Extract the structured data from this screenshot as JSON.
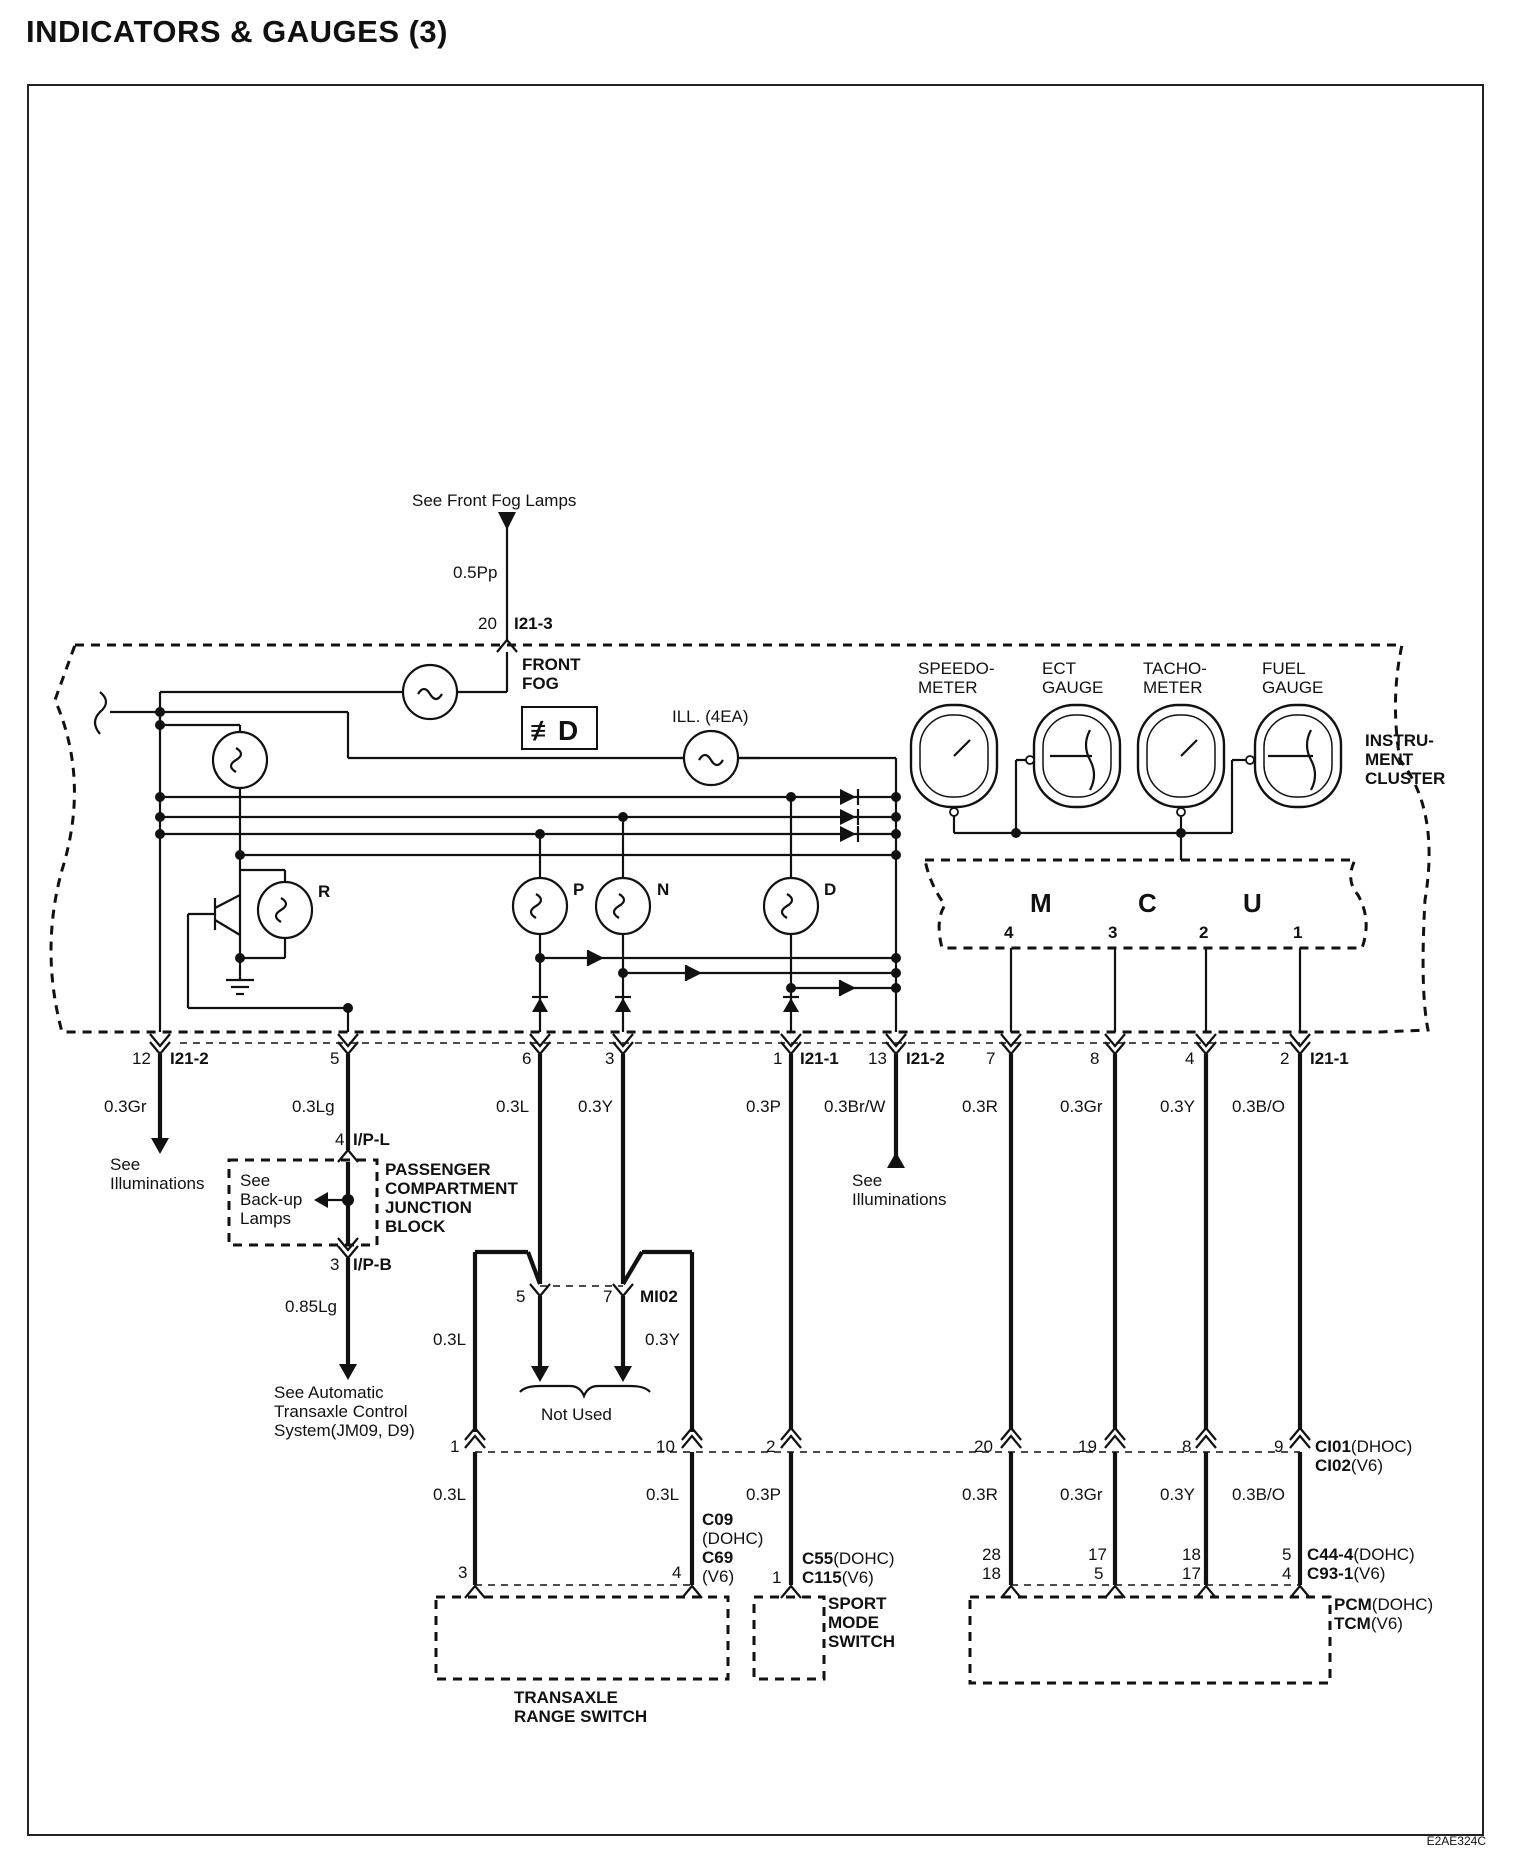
{
  "title": "INDICATORS & GAUGES (3)",
  "diagram_code": "E2AE324C",
  "front_fog": {
    "see": "See Front Fog Lamps",
    "wire": "0.5Pp",
    "pin": "20",
    "connector": "I21-3",
    "label_line1": "FRONT",
    "label_line2": "FOG"
  },
  "ill": {
    "label": "ILL. (4EA)"
  },
  "instrument_cluster": {
    "label_lines": [
      "INSTRU-",
      "MENT",
      "CLUSTER"
    ],
    "gauges": [
      {
        "line1": "SPEEDO-",
        "line2": "METER"
      },
      {
        "line1": "ECT",
        "line2": "GAUGE"
      },
      {
        "line1": "TACHO-",
        "line2": "METER"
      },
      {
        "line1": "FUEL",
        "line2": "GAUGE"
      }
    ],
    "mcu_letters": [
      "M",
      "C",
      "U"
    ],
    "mcu_pins": [
      "4",
      "3",
      "2",
      "1"
    ]
  },
  "indicator_lamps": {
    "r": "R",
    "p": "P",
    "n": "N",
    "d": "D"
  },
  "cluster_connectors": [
    {
      "pin": "12",
      "connector": "I21-2",
      "wire": "0.3Gr"
    },
    {
      "pin": "5",
      "connector": "",
      "wire": "0.3Lg"
    },
    {
      "pin": "6",
      "connector": "",
      "wire": "0.3L"
    },
    {
      "pin": "3",
      "connector": "",
      "wire": "0.3Y"
    },
    {
      "pin": "1",
      "connector": "I21-1",
      "wire": "0.3P"
    },
    {
      "pin": "13",
      "connector": "I21-2",
      "wire": "0.3Br/W"
    },
    {
      "pin": "7",
      "connector": "",
      "wire": "0.3R"
    },
    {
      "pin": "8",
      "connector": "",
      "wire": "0.3Gr"
    },
    {
      "pin": "4",
      "connector": "",
      "wire": "0.3Y"
    },
    {
      "pin": "2",
      "connector": "I21-1",
      "wire": "0.3B/O"
    }
  ],
  "illuminations_left": {
    "line1": "See",
    "line2": "Illuminations"
  },
  "illuminations_right": {
    "line1": "See",
    "line2": "Illuminations"
  },
  "junction_block": {
    "top_pin": "4",
    "top_connector": "I/P-L",
    "bottom_pin": "3",
    "bottom_connector": "I/P-B",
    "see_lines": [
      "See",
      "Back-up",
      "Lamps"
    ],
    "label_lines": [
      "PASSENGER",
      "COMPARTMENT",
      "JUNCTION",
      "BLOCK"
    ],
    "wire": "0.85Lg",
    "auto_trans_lines": [
      "See Automatic",
      "Transaxle Control",
      "System(JM09, D9)"
    ]
  },
  "mi02": {
    "pin_left": "5",
    "pin_right": "7",
    "connector": "MI02",
    "wire_left": "0.3L",
    "wire_right": "0.3Y",
    "not_used": "Not Used"
  },
  "c01_connector": {
    "pins": [
      "1",
      "10",
      "2",
      "20",
      "19",
      "8",
      "9"
    ],
    "label1_bold": "CI01",
    "label1_rest": "(DHOC)",
    "label2_bold": "CI02",
    "label2_rest": "(V6)"
  },
  "lower_wires": {
    "trs_left": "0.3L",
    "trs_right": "0.3L",
    "sport": "0.3P",
    "pcm": [
      "0.3R",
      "0.3Gr",
      "0.3Y",
      "0.3B/O"
    ]
  },
  "c09": {
    "line1": "C09",
    "line2": "(DOHC)",
    "line3": "C69",
    "line4": "(V6)"
  },
  "c55": {
    "l1_bold": "C55",
    "l1_rest": "(DOHC)",
    "l2_bold": "C115",
    "l2_rest": "(V6)",
    "pin": "1"
  },
  "trs": {
    "pin_left": "3",
    "pin_right": "4",
    "label_lines": [
      "TRANSAXLE",
      "RANGE SWITCH"
    ]
  },
  "sport_switch": {
    "label_lines": [
      "SPORT",
      "MODE",
      "SWITCH"
    ]
  },
  "pcm": {
    "pins_top": [
      "28",
      "17",
      "18",
      "5"
    ],
    "pins_bottom": [
      "18",
      "5",
      "17",
      "4"
    ],
    "c44_bold": "C44-4",
    "c44_rest": "(DOHC)",
    "c93_bold": "C93-1",
    "c93_rest": "(V6)",
    "label1_bold": "PCM",
    "label1_rest": "(DOHC)",
    "label2_bold": "TCM",
    "label2_rest": "(V6)"
  }
}
